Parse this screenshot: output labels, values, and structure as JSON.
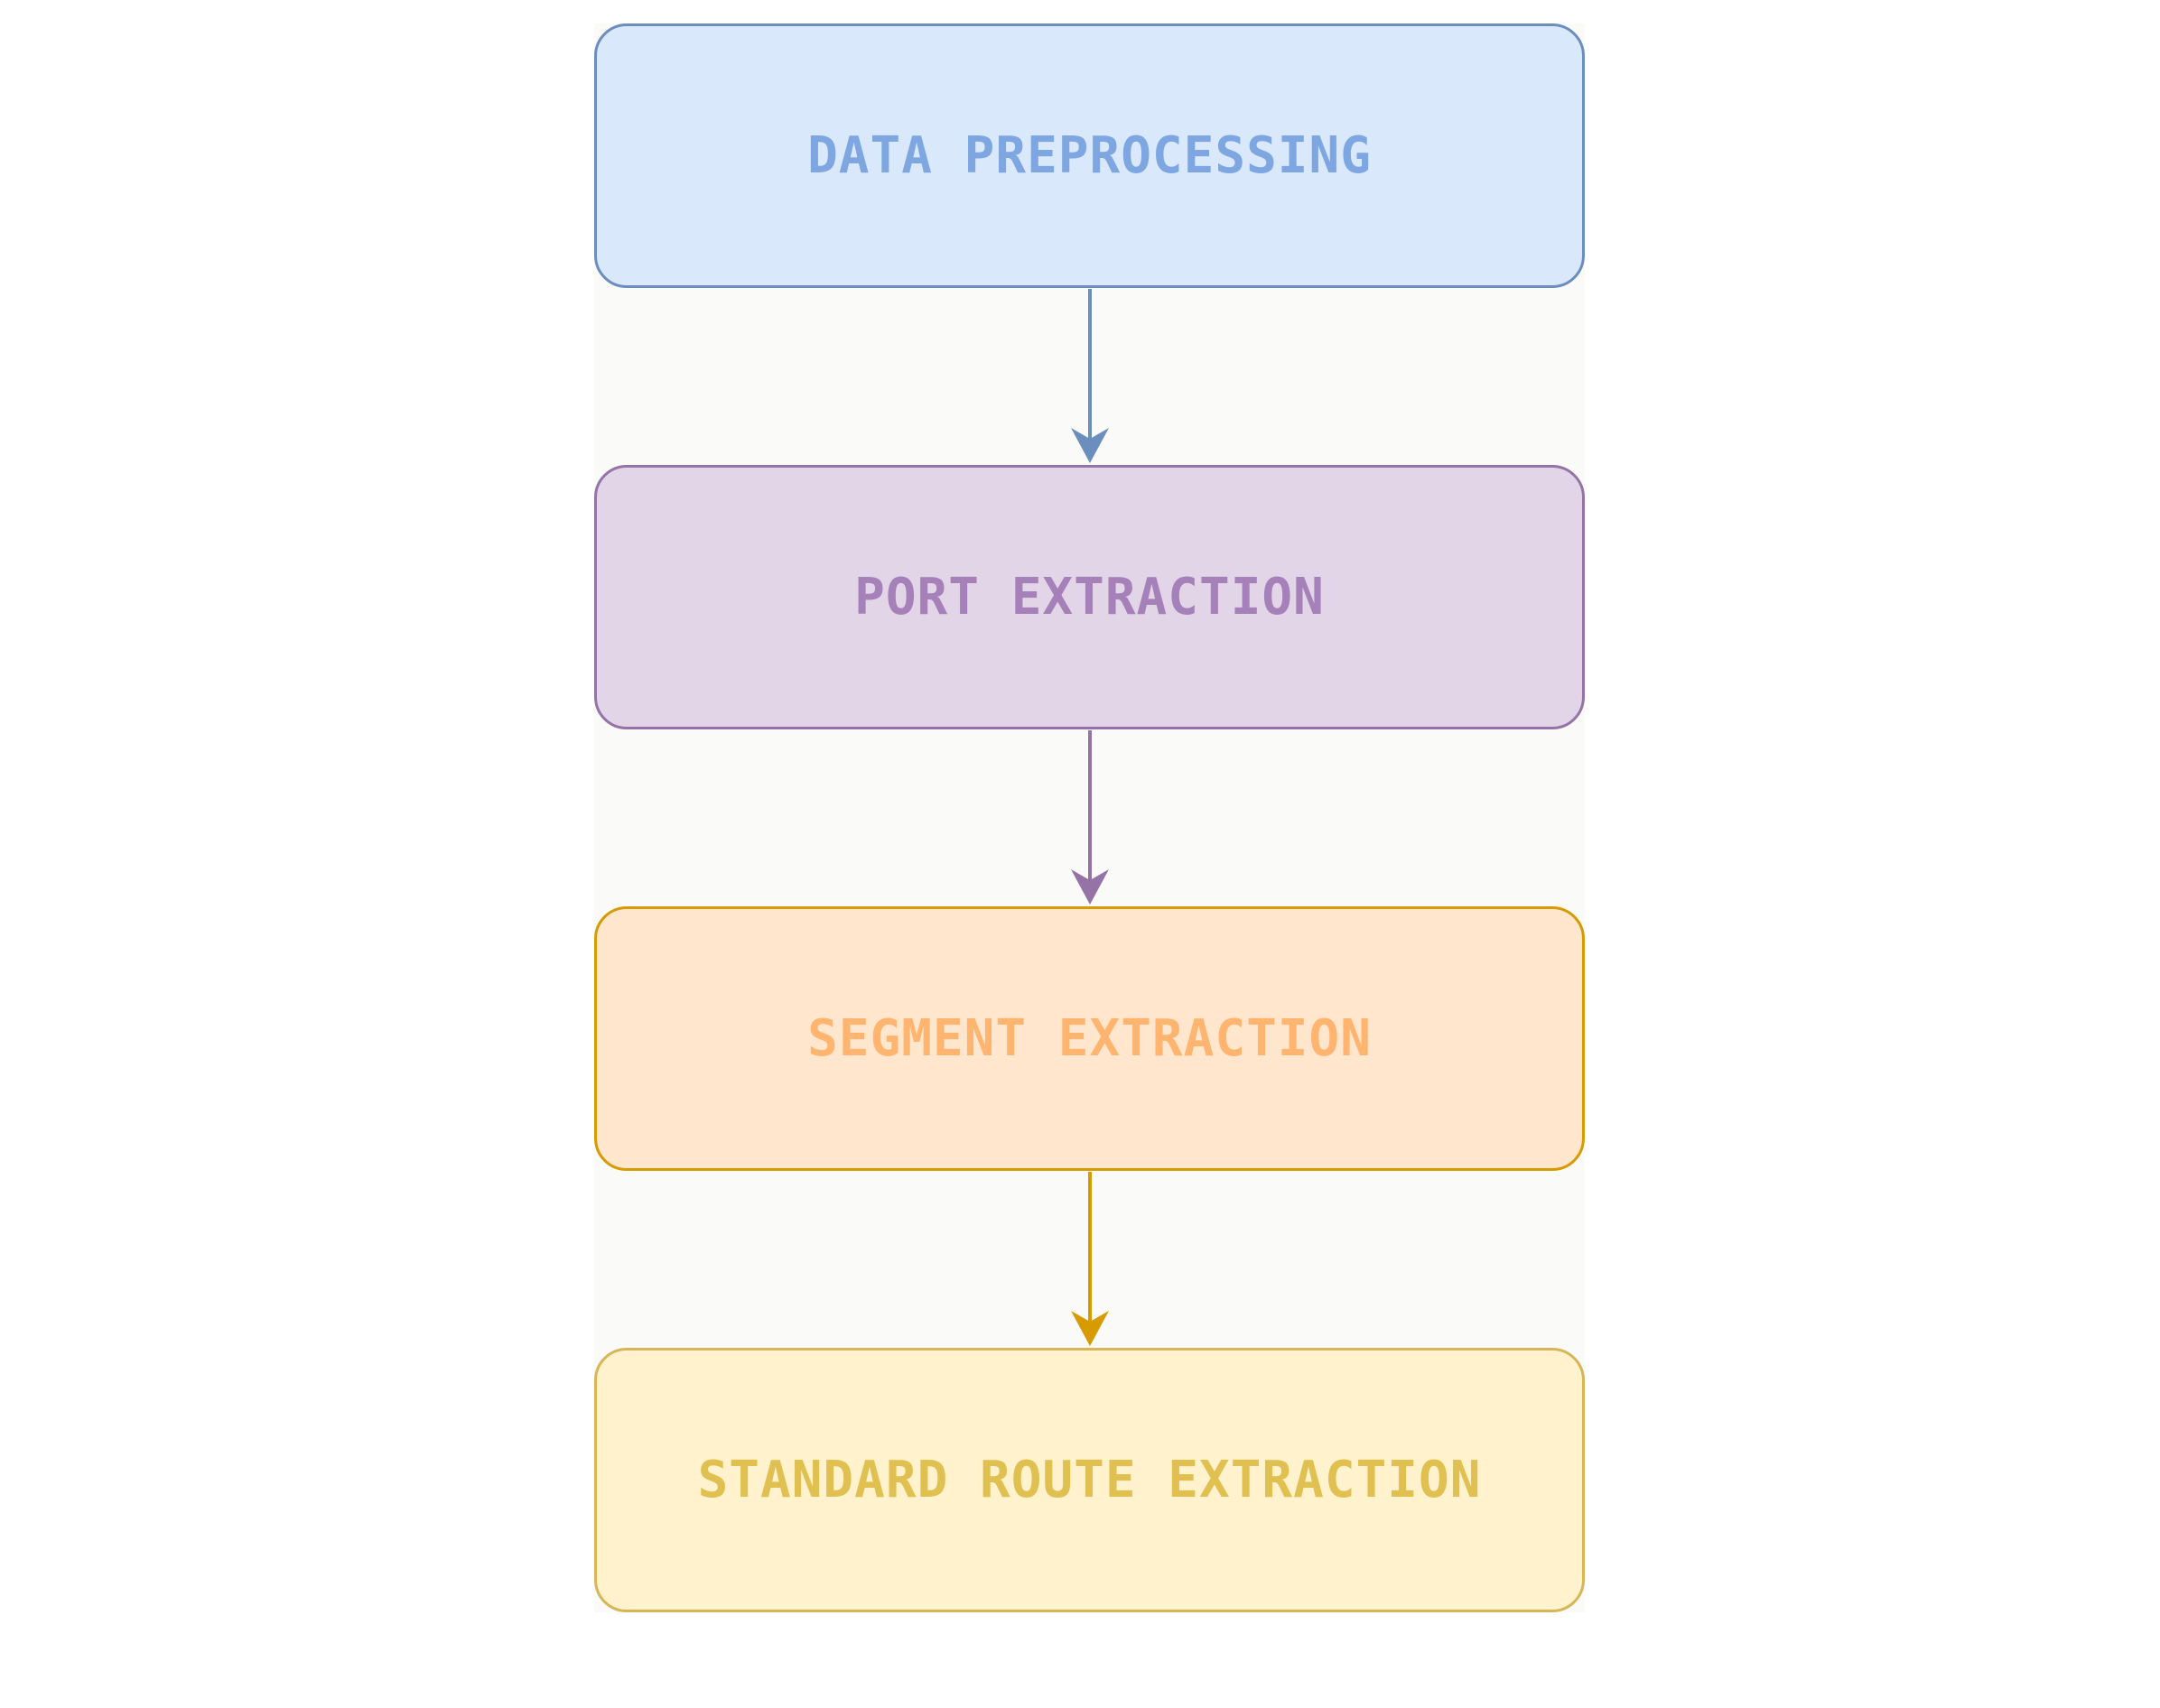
{
  "nodes": [
    {
      "label": "DATA PREPROCESSING",
      "fill": "#dae8fc",
      "stroke": "#6c8ebf",
      "text": "#7ea6e0"
    },
    {
      "label": "PORT EXTRACTION",
      "fill": "#e1d5e7",
      "stroke": "#9673a6",
      "text": "#a680b8"
    },
    {
      "label": "SEGMENT EXTRACTION",
      "fill": "#ffe6cc",
      "stroke": "#d79b00",
      "text": "#ffb570"
    },
    {
      "label": "STANDARD ROUTE EXTRACTION",
      "fill": "#fff2cc",
      "stroke": "#d6b656",
      "text": "#e0c050"
    }
  ],
  "edges": [
    {
      "from": 0,
      "to": 1,
      "color": "#6c8ebf"
    },
    {
      "from": 1,
      "to": 2,
      "color": "#9673a6"
    },
    {
      "from": 2,
      "to": 3,
      "color": "#d79b00"
    }
  ]
}
